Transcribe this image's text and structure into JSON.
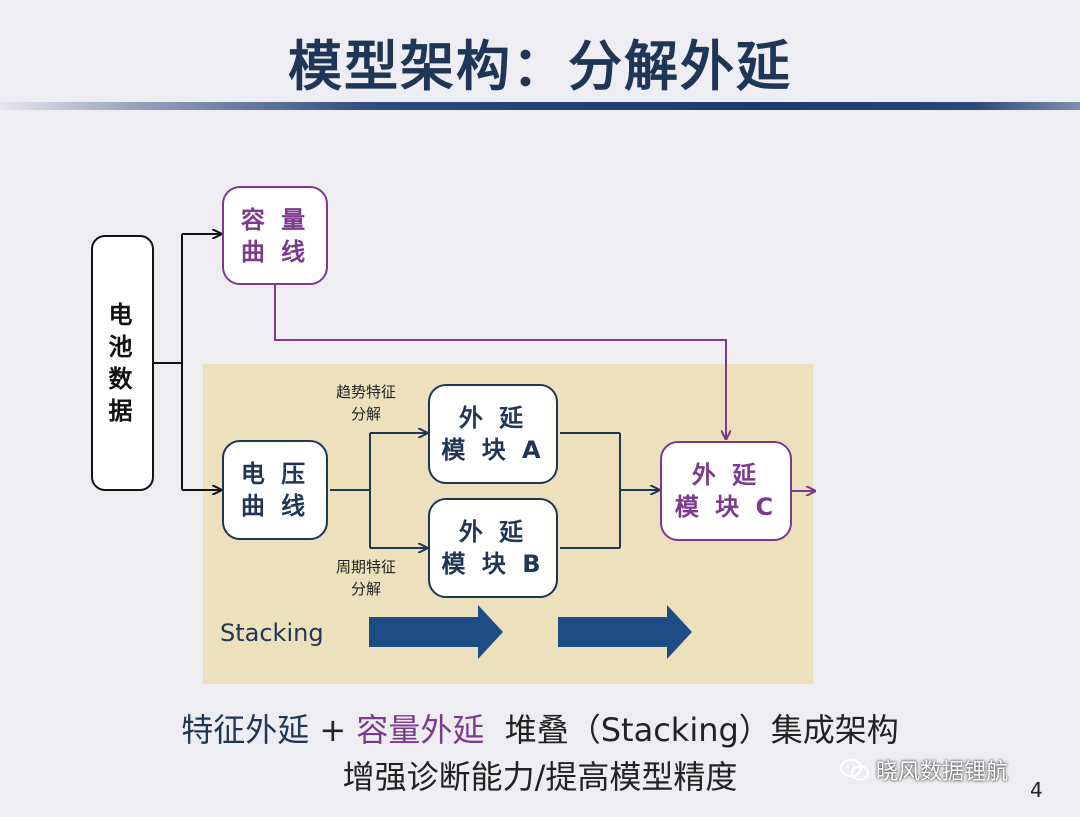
{
  "title": "模型架构：分解外延",
  "nodes": {
    "battery": [
      "电",
      "池",
      "数",
      "据"
    ],
    "capacity": [
      "容 量",
      "曲 线"
    ],
    "voltage": [
      "电 压",
      "曲 线"
    ],
    "moduleA": [
      "外 延",
      "模 块 A"
    ],
    "moduleB": [
      "外 延",
      "模 块 B"
    ],
    "moduleC": [
      "外 延",
      "模 块 C"
    ]
  },
  "edge_labels": {
    "trend": [
      "趋势特征",
      "分解"
    ],
    "period": [
      "周期特征",
      "分解"
    ]
  },
  "stacking_label": "Stacking",
  "bottom": {
    "feature": "特征外延",
    "plus": " + ",
    "capacity": "容量外延",
    "rest": "  堆叠（Stacking）集成架构",
    "line2": "增强诊断能力/提高模型精度"
  },
  "watermark": "晓风数据锂航",
  "page_number": "4",
  "colors": {
    "navy": "#1f3656",
    "purple": "#7b3a8d",
    "arrow": "#1e4d86",
    "stacking_bg": "#ede0bd"
  }
}
